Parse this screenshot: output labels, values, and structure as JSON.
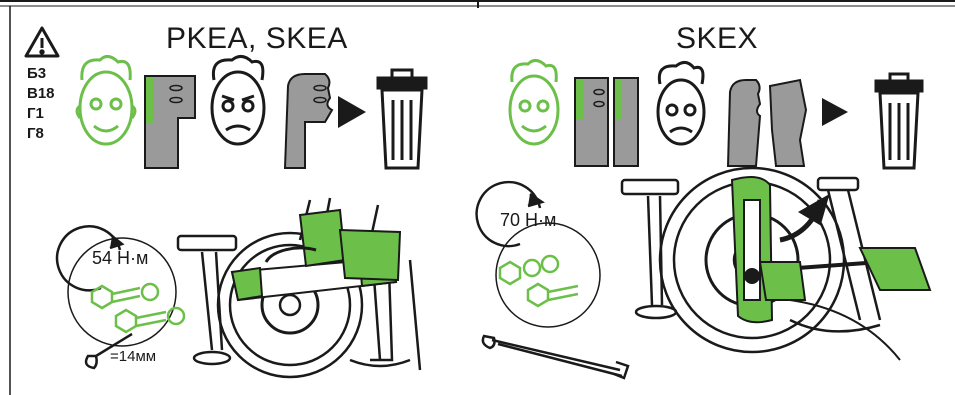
{
  "panels": {
    "left": {
      "title": "PKEA, SKEA",
      "codes": [
        "Б3",
        "B18",
        "Г1",
        "Г8"
      ],
      "torque": "54 Н·м",
      "wrench_size": "=14мм"
    },
    "right": {
      "title": "SKEX",
      "torque": "70 Н·м"
    }
  },
  "colors": {
    "accent": "#6cc04a",
    "line": "#1a1a1a",
    "blade_gray": "#9a9a9a"
  },
  "icons": [
    "warning-triangle-icon",
    "happy-face-icon",
    "sad-face-icon",
    "play-arrow-icon",
    "trash-bin-icon",
    "rotation-arrow-icon",
    "wrench-icon"
  ]
}
